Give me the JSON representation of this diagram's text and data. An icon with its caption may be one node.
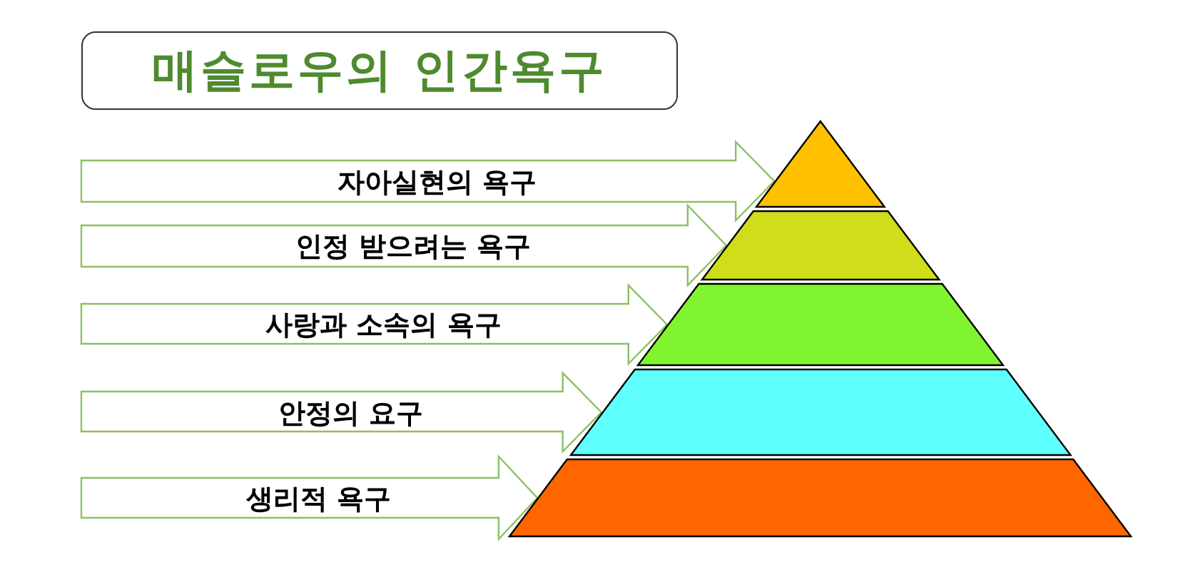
{
  "diagram": {
    "title": "매슬로우의 인간욕구",
    "nodes": [
      {
        "text": [],
        "shape": "triangle"
      },
      {
        "text": [],
        "shape": "trapezoid"
      },
      {
        "text": [],
        "shape": "trapezoid"
      },
      {
        "text": [],
        "shape": "trapezoid"
      },
      {
        "text": [],
        "shape": "trapezoid"
      }
    ],
    "edges": [
      {
        "from": null,
        "to": 0,
        "arrow": "to",
        "label": "자아실현의 욕구"
      },
      {
        "from": null,
        "to": 1,
        "arrow": "to",
        "label": "인정 받으려는 욕구"
      },
      {
        "from": null,
        "to": 2,
        "arrow": "to",
        "label": "사랑과 소속의 욕구"
      },
      {
        "from": null,
        "to": 3,
        "arrow": "to",
        "label": "안정의 요구"
      },
      {
        "from": null,
        "to": 4,
        "arrow": "to",
        "label": "생리적 욕구"
      }
    ]
  }
}
